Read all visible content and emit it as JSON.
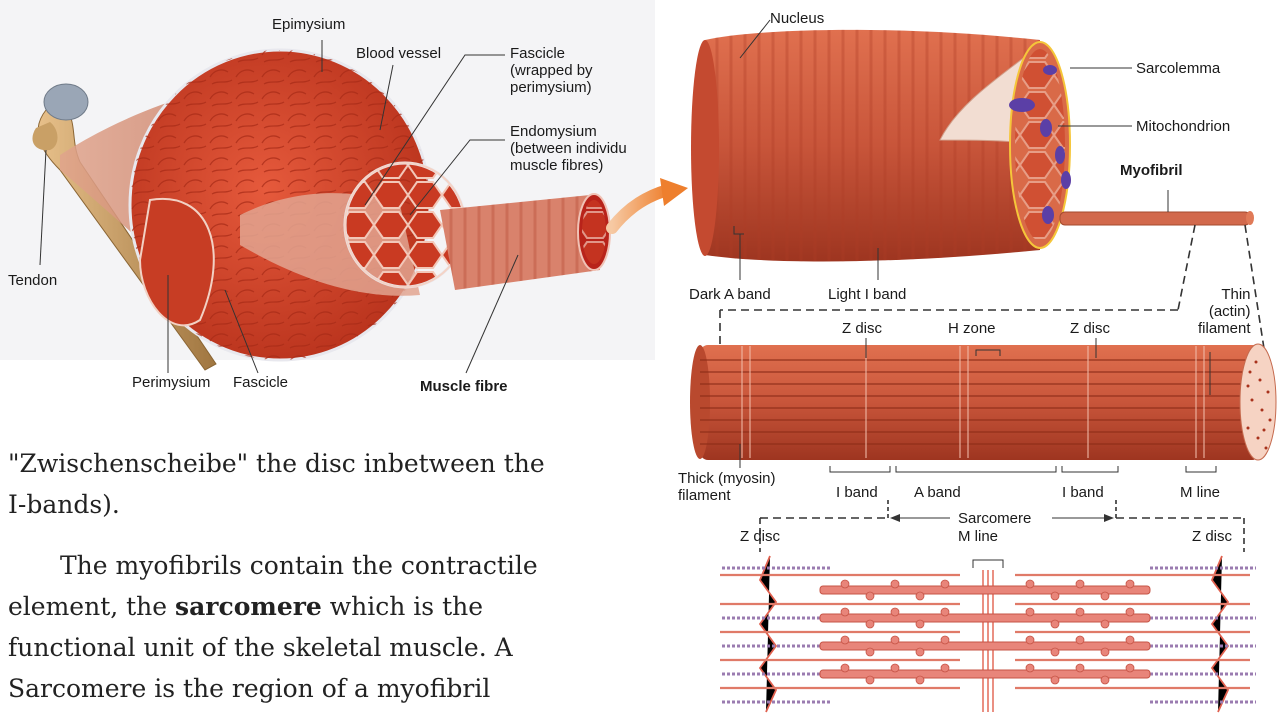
{
  "figure_left": {
    "labels": {
      "epimysium": "Epimysium",
      "blood_vessel": "Blood vessel",
      "fascicle_wrapped": "Fascicle\n(wrapped by\nperimysium)",
      "endomysium": "Endomysium\n(between individu\nmuscle fibres)",
      "tendon": "Tendon",
      "perimysium": "Perimysium",
      "fascicle": "Fascicle",
      "muscle_fibre": "Muscle fibre"
    }
  },
  "figure_right": {
    "labels": {
      "nucleus": "Nucleus",
      "sarcolemma": "Sarcolemma",
      "mitochondrion": "Mitochondrion",
      "myofibril": "Myofibril",
      "dark_a_band": "Dark A band",
      "light_i_band": "Light I band",
      "thin_filament": "Thin\n(actin)\nfilament",
      "z_disc_1": "Z disc",
      "h_zone": "H zone",
      "z_disc_2": "Z disc",
      "thick_filament": "Thick (myosin)\nfilament",
      "i_band_1": "I band",
      "a_band": "A band",
      "i_band_2": "I band",
      "m_line_1": "M line",
      "sarcomere": "Sarcomere",
      "z_disc_3": "Z disc",
      "m_line_2": "M line",
      "z_disc_4": "Z disc"
    }
  },
  "text": {
    "line1": "\"Zwischenscheibe\" the disc inbetween the",
    "line2": "I-bands).",
    "line3_pre": "The myofibrils contain the contractile",
    "line4_pre": "element, the ",
    "line4_bold": "sarcomere",
    "line4_post": " which is the",
    "line5": "functional unit of the skeletal muscle. A",
    "line6": "Sarcomere is the region of a myofibril"
  },
  "colors": {
    "muscle": "#d9472c",
    "muscle_dark": "#b5331d",
    "fiber": "#c8553a",
    "myofibril": "#d2694c",
    "actin": "#e07a68",
    "myosin_head": "#e8857a",
    "titin": "#9a7bb0",
    "nucleus": "#5b3fa6",
    "tendon": "#c9a066"
  }
}
